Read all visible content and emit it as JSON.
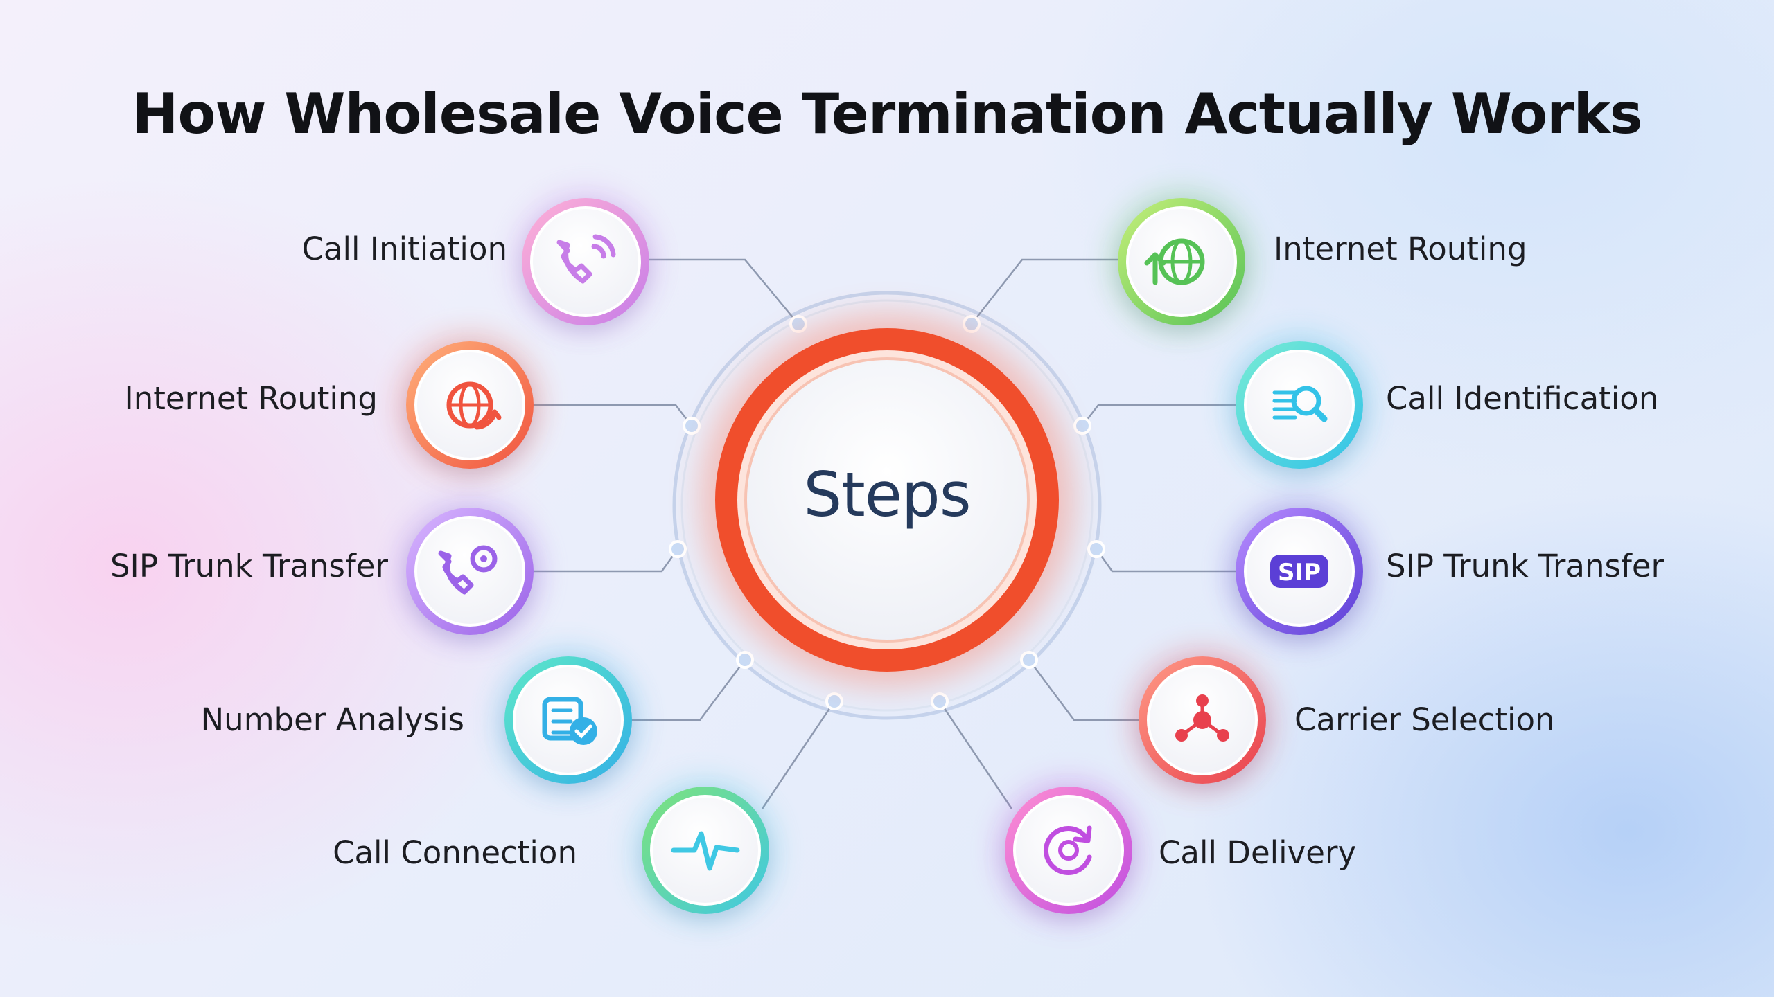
{
  "title": "How Wholesale Voice Termination Actually Works",
  "center": {
    "label": "Steps",
    "color": "#f04e2c"
  },
  "steps": [
    {
      "label": "Call Initiation",
      "icon": "phone-call-icon",
      "side": "left",
      "colors": [
        "#ffb1d6",
        "#c77de8"
      ]
    },
    {
      "label": "Internet Routing",
      "icon": "globe-refresh-icon",
      "side": "left",
      "colors": [
        "#ffb07a",
        "#f0543f"
      ]
    },
    {
      "label": "SIP Trunk Transfer",
      "icon": "phone-record-icon",
      "side": "left",
      "colors": [
        "#d8b6ff",
        "#9b63e8"
      ]
    },
    {
      "label": "Number Analysis",
      "icon": "checklist-icon",
      "side": "left",
      "colors": [
        "#5ee8c8",
        "#33b0e6"
      ]
    },
    {
      "label": "Call Connection",
      "icon": "pulse-icon",
      "side": "left",
      "colors": [
        "#7fe37a",
        "#3fc8e4"
      ]
    },
    {
      "label": "Internet Routing",
      "icon": "globe-upload-icon",
      "side": "right",
      "colors": [
        "#c6ef7a",
        "#56c256"
      ]
    },
    {
      "label": "Call Identification",
      "icon": "search-list-icon",
      "side": "right",
      "colors": [
        "#78ecd4",
        "#33c2e8"
      ]
    },
    {
      "label": "SIP Trunk Transfer",
      "icon": "sip-icon",
      "side": "right",
      "colors": [
        "#b88cff",
        "#5b3fd6"
      ],
      "badge": "SIP"
    },
    {
      "label": "Carrier Selection",
      "icon": "network-icon",
      "side": "right",
      "colors": [
        "#ff9a86",
        "#e8404d"
      ]
    },
    {
      "label": "Call Delivery",
      "icon": "refresh-phone-icon",
      "side": "right",
      "colors": [
        "#ff8fd2",
        "#c04ee0"
      ]
    }
  ]
}
